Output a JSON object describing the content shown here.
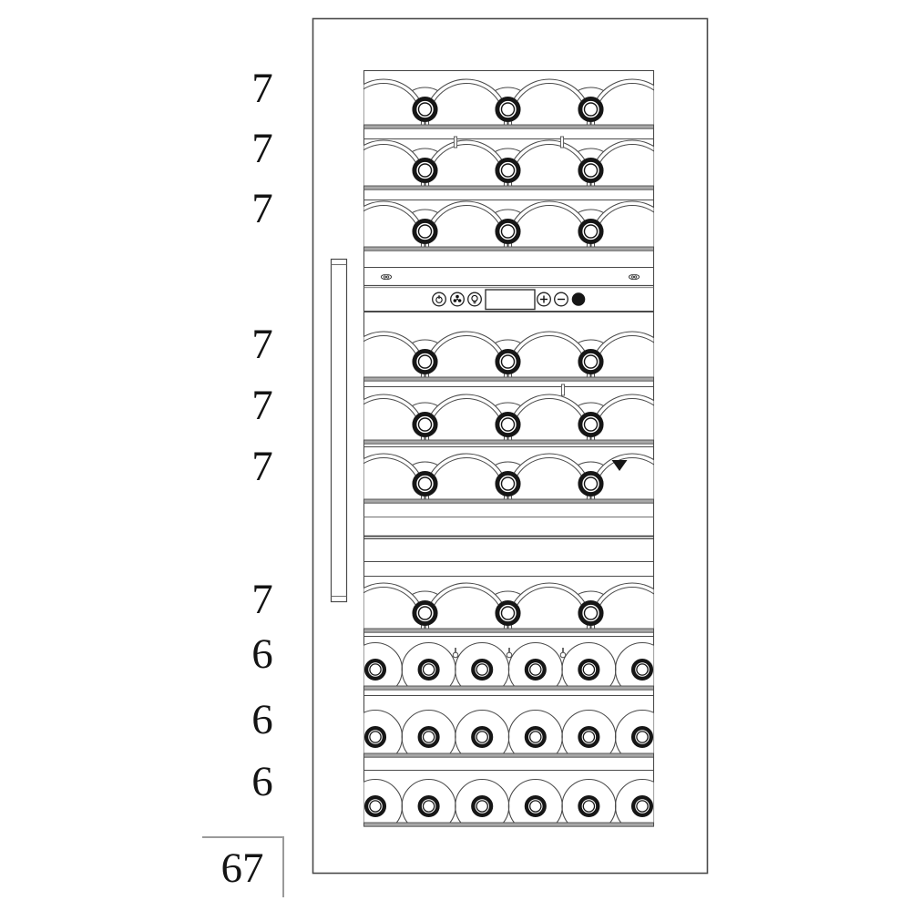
{
  "diagram": {
    "title": "wine cabinet bottle capacity diagram",
    "total_label": "67",
    "total_bottles": 67,
    "shelves": [
      {
        "label": "7",
        "bottles": 7,
        "arrangement": "alternating"
      },
      {
        "label": "7",
        "bottles": 7,
        "arrangement": "alternating"
      },
      {
        "label": "7",
        "bottles": 7,
        "arrangement": "alternating"
      },
      {
        "label": "7",
        "bottles": 7,
        "arrangement": "alternating"
      },
      {
        "label": "7",
        "bottles": 7,
        "arrangement": "alternating"
      },
      {
        "label": "7",
        "bottles": 7,
        "arrangement": "alternating"
      },
      {
        "label": "7",
        "bottles": 7,
        "arrangement": "alternating"
      },
      {
        "label": "6",
        "bottles": 6,
        "arrangement": "uniform"
      },
      {
        "label": "6",
        "bottles": 6,
        "arrangement": "uniform"
      },
      {
        "label": "6",
        "bottles": 6,
        "arrangement": "uniform"
      }
    ],
    "control_panel": {
      "display_value": "",
      "buttons": [
        {
          "icon": "power-icon"
        },
        {
          "icon": "fan-icon"
        },
        {
          "icon": "light-icon"
        },
        {
          "icon": "plus-icon"
        },
        {
          "icon": "minus-icon"
        },
        {
          "icon": "set-icon"
        }
      ]
    },
    "colors": {
      "line": "#4a4a4a",
      "light_line": "#6e6e6e",
      "shelf": "#a8a8a8",
      "ring": "#161616",
      "box_border": "#9a9a9a"
    }
  }
}
